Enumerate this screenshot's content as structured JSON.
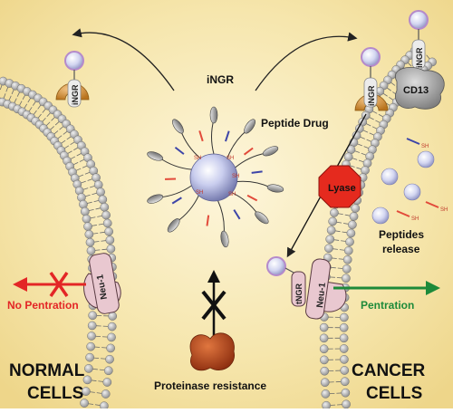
{
  "labels": {
    "ingr_top": "iNGR",
    "peptide_drug": "Peptide Drug",
    "ingr_left": "iNGR",
    "ingr_right1": "iNGR",
    "ingr_right2": "iNGR",
    "cd13": "CD13",
    "lyase": "Lyase",
    "peptides_release_1": "Peptides",
    "peptides_release_2": "release",
    "neu1_left": "Neu-1",
    "neu1_right": "Neu-1",
    "tngr": "tNGR",
    "no_pentration": "No Pentration",
    "pentration": "Pentration",
    "normal_1": "NORMAL",
    "normal_2": "CELLS",
    "cancer_1": "CANCER",
    "cancer_2": "CELLS",
    "proteinase": "Proteinase resistance",
    "sh": "SH"
  },
  "colors": {
    "background": "#f3df9c",
    "background_center": "#fbf1cf",
    "lipid_head": "#b9b9b9",
    "ligand_ball": "#d7d9f2",
    "ligand_ring": "#b58acb",
    "lyase": "#e52a1e",
    "no_pentration_arrow": "#e32626",
    "pentration_arrow": "#1d8a3a",
    "neu1": "#e9c8d0",
    "cd13": "#9b9b9b",
    "receptor_orange": "#c7882d",
    "enzyme": "#b24a1d"
  },
  "icons": {
    "blocked": "x-mark-icon",
    "nanoparticle": "sphere-icon",
    "enzyme": "enzyme-icon"
  }
}
